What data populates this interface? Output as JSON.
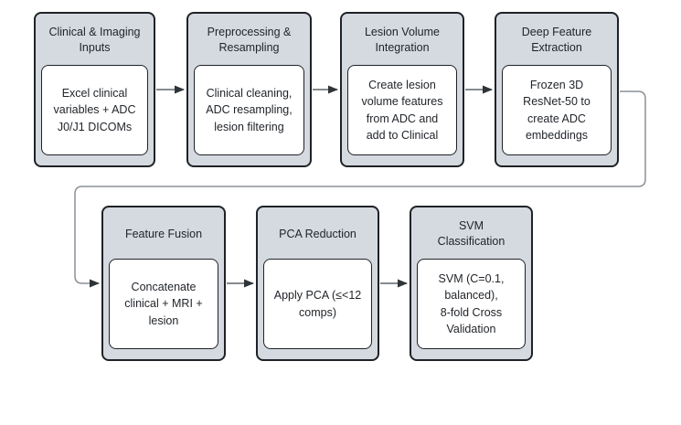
{
  "diagram": {
    "title": "Clinical + MRI feature pipeline flowchart",
    "stages": [
      {
        "id": "clinical-imaging-inputs",
        "title": "Clinical & Imaging\nInputs",
        "description": "Excel clinical\nvariables + ADC\nJ0/J1 DICOMs"
      },
      {
        "id": "preprocessing-resampling",
        "title": "Preprocessing &\nResampling",
        "description": "Clinical cleaning,\nADC resampling,\nlesion filtering"
      },
      {
        "id": "lesion-volume-integration",
        "title": "Lesion Volume\nIntegration",
        "description": "Create lesion\nvolume features\nfrom ADC and\nadd to Clinical"
      },
      {
        "id": "deep-feature-extraction",
        "title": "Deep Feature\nExtraction",
        "description": "Frozen 3D\nResNet-50 to\ncreate ADC\nembeddings"
      },
      {
        "id": "feature-fusion",
        "title": "Feature Fusion",
        "description": "Concatenate\nclinical + MRI +\nlesion"
      },
      {
        "id": "pca-reduction",
        "title": "PCA Reduction",
        "description": "Apply PCA (≤<12\ncomps)"
      },
      {
        "id": "svm-classification",
        "title": "SVM\nClassification",
        "description": "SVM (C=0.1,\nbalanced),\n8-fold Cross\nValidation"
      }
    ],
    "connections": [
      {
        "from": "clinical-imaging-inputs",
        "to": "preprocessing-resampling",
        "style": "straight-arrow"
      },
      {
        "from": "preprocessing-resampling",
        "to": "lesion-volume-integration",
        "style": "straight-arrow"
      },
      {
        "from": "lesion-volume-integration",
        "to": "deep-feature-extraction",
        "style": "straight-arrow"
      },
      {
        "from": "deep-feature-extraction",
        "to": "feature-fusion",
        "style": "routed-wrap-around"
      },
      {
        "from": "feature-fusion",
        "to": "pca-reduction",
        "style": "straight-arrow"
      },
      {
        "from": "pca-reduction",
        "to": "svm-classification",
        "style": "straight-arrow"
      }
    ],
    "colors": {
      "background": "#ffffff",
      "stage_fill": "#d5dae0",
      "stage_border": "#1f2226",
      "inner_fill": "#ffffff",
      "text": "#1f2328",
      "arrow_shaft": "#5f656a",
      "routed_connector": "#8b9198",
      "arrowhead": "#2f3438"
    }
  }
}
